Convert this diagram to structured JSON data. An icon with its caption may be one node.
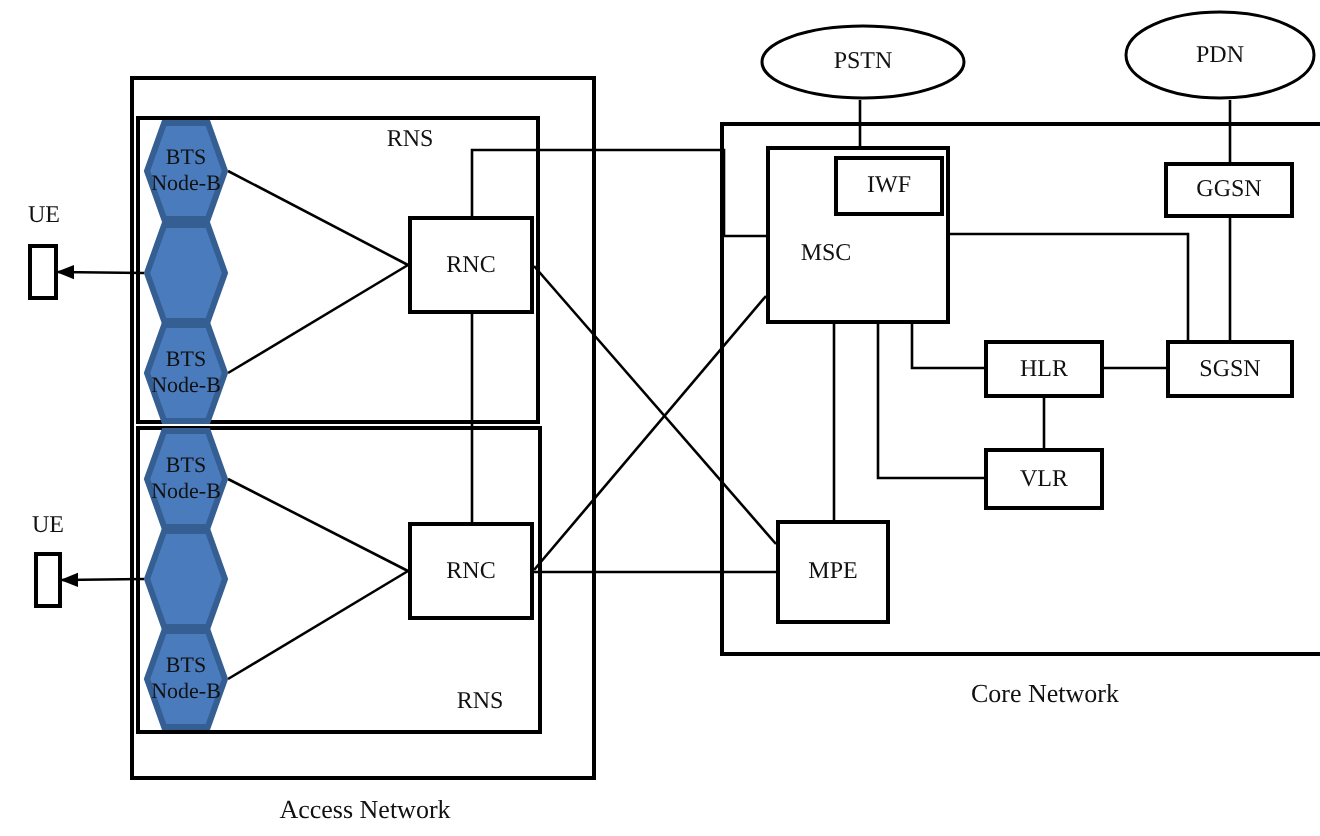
{
  "diagram": {
    "nodes": [
      {
        "text": [
          "Access Network"
        ]
      },
      {
        "text": [
          "RNS"
        ],
        "in": 0
      },
      {
        "text": [
          "BTS Node-B"
        ],
        "in": 1
      },
      {
        "text": [],
        "shape": "hexagon",
        "in": 1
      },
      {
        "text": [
          "BTS Node-B"
        ],
        "in": 1
      },
      {
        "text": [
          "RNC"
        ],
        "in": 1
      },
      {
        "text": [
          "RNS"
        ],
        "in": 0
      },
      {
        "text": [
          "BTS Node-B"
        ],
        "in": 6
      },
      {
        "text": [],
        "shape": "hexagon",
        "in": 6
      },
      {
        "text": [
          "BTS Node-B"
        ],
        "in": 6
      },
      {
        "text": [
          "RNC"
        ],
        "in": 6
      },
      {
        "text": [
          "UE"
        ]
      },
      {
        "text": [
          "UE"
        ]
      },
      {
        "text": [
          "Core Network"
        ]
      },
      {
        "text": [
          "PSTN"
        ]
      },
      {
        "text": [
          "PDN"
        ]
      },
      {
        "text": [
          "MSC"
        ],
        "in": 13
      },
      {
        "text": [
          "IWF"
        ],
        "in": 16
      },
      {
        "text": [
          "GGSN"
        ],
        "in": 13
      },
      {
        "text": [
          "HLR"
        ],
        "in": 13
      },
      {
        "text": [
          "SGSN"
        ],
        "in": 13
      },
      {
        "text": [
          "VLR"
        ],
        "in": 13
      },
      {
        "text": [
          "MPE"
        ],
        "in": 13
      }
    ],
    "edges": [
      {
        "from": 2,
        "to": 5,
        "arrow": "none"
      },
      {
        "from": 4,
        "to": 5,
        "arrow": "none"
      },
      {
        "from": 3,
        "to": 11,
        "arrow": "to"
      },
      {
        "from": 7,
        "to": 10,
        "arrow": "none"
      },
      {
        "from": 9,
        "to": 10,
        "arrow": "none"
      },
      {
        "from": 8,
        "to": 12,
        "arrow": "to"
      },
      {
        "from": 5,
        "to": 16,
        "arrow": "none"
      },
      {
        "from": 5,
        "to": 10,
        "arrow": "none"
      },
      {
        "from": 5,
        "to": 22,
        "arrow": "none"
      },
      {
        "from": 10,
        "to": 16,
        "arrow": "none"
      },
      {
        "from": 10,
        "to": 22,
        "arrow": "none"
      },
      {
        "from": 14,
        "to": 16,
        "arrow": "none"
      },
      {
        "from": 15,
        "to": 18,
        "arrow": "none"
      },
      {
        "from": 18,
        "to": 20,
        "arrow": "none"
      },
      {
        "from": 16,
        "to": 20,
        "arrow": "none"
      },
      {
        "from": 16,
        "to": 19,
        "arrow": "none"
      },
      {
        "from": 16,
        "to": 21,
        "arrow": "none"
      },
      {
        "from": 16,
        "to": 22,
        "arrow": "none"
      },
      {
        "from": 19,
        "to": 20,
        "arrow": "none"
      },
      {
        "from": 19,
        "to": 21,
        "arrow": "none"
      }
    ]
  }
}
